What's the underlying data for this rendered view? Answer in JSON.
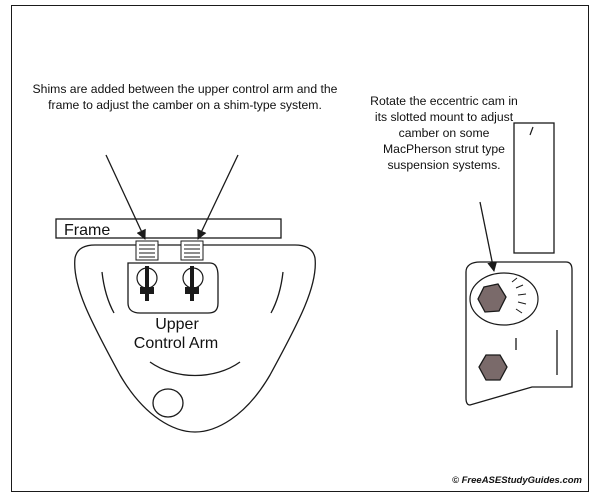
{
  "left_note": "Shims are added between the upper control arm and the frame to adjust the camber on a shim-type system.",
  "right_note": "Rotate the eccentric cam in its slotted mount to adjust camber on some MacPherson strut type suspension systems.",
  "frame_label": "Frame",
  "arm_label_line1": "Upper",
  "arm_label_line2": "Control Arm",
  "credit": "© FreeASEStudyGuides.com",
  "colors": {
    "line": "#1a1a1a",
    "nut_fill": "#7a6a6a",
    "background": "#ffffff"
  }
}
